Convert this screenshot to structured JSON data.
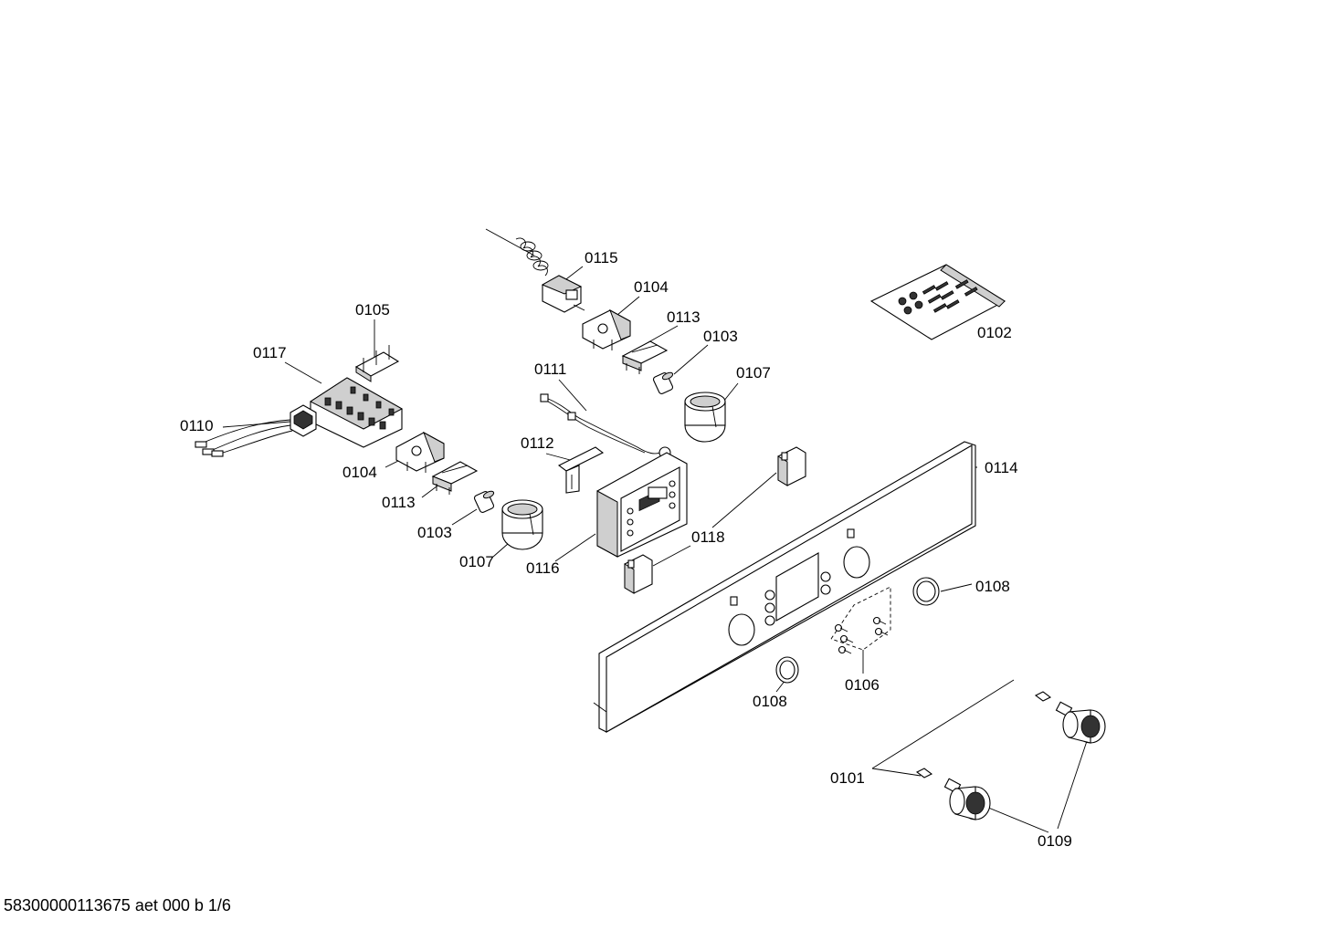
{
  "document_id": "58300000113675 aet 000 b 1/6",
  "callouts": {
    "c0101": "0101",
    "c0102": "0102",
    "c0103a": "0103",
    "c0103b": "0103",
    "c0104a": "0104",
    "c0104b": "0104",
    "c0105": "0105",
    "c0106": "0106",
    "c0107a": "0107",
    "c0107b": "0107",
    "c0108a": "0108",
    "c0108b": "0108",
    "c0109": "0109",
    "c0110": "0110",
    "c0111": "0111",
    "c0112": "0112",
    "c0113a": "0113",
    "c0113b": "0113",
    "c0114": "0114",
    "c0115": "0115",
    "c0116": "0116",
    "c0117": "0117",
    "c0118": "0118"
  },
  "icons": [
    "thermostat-icon",
    "bracket-icon",
    "lamp-holder-icon",
    "knob-ring-icon",
    "cable-harness-icon",
    "control-module-icon",
    "control-panel-icon",
    "screw-bag-icon",
    "knob-icon",
    "clip-icon",
    "terminal-block-icon"
  ]
}
